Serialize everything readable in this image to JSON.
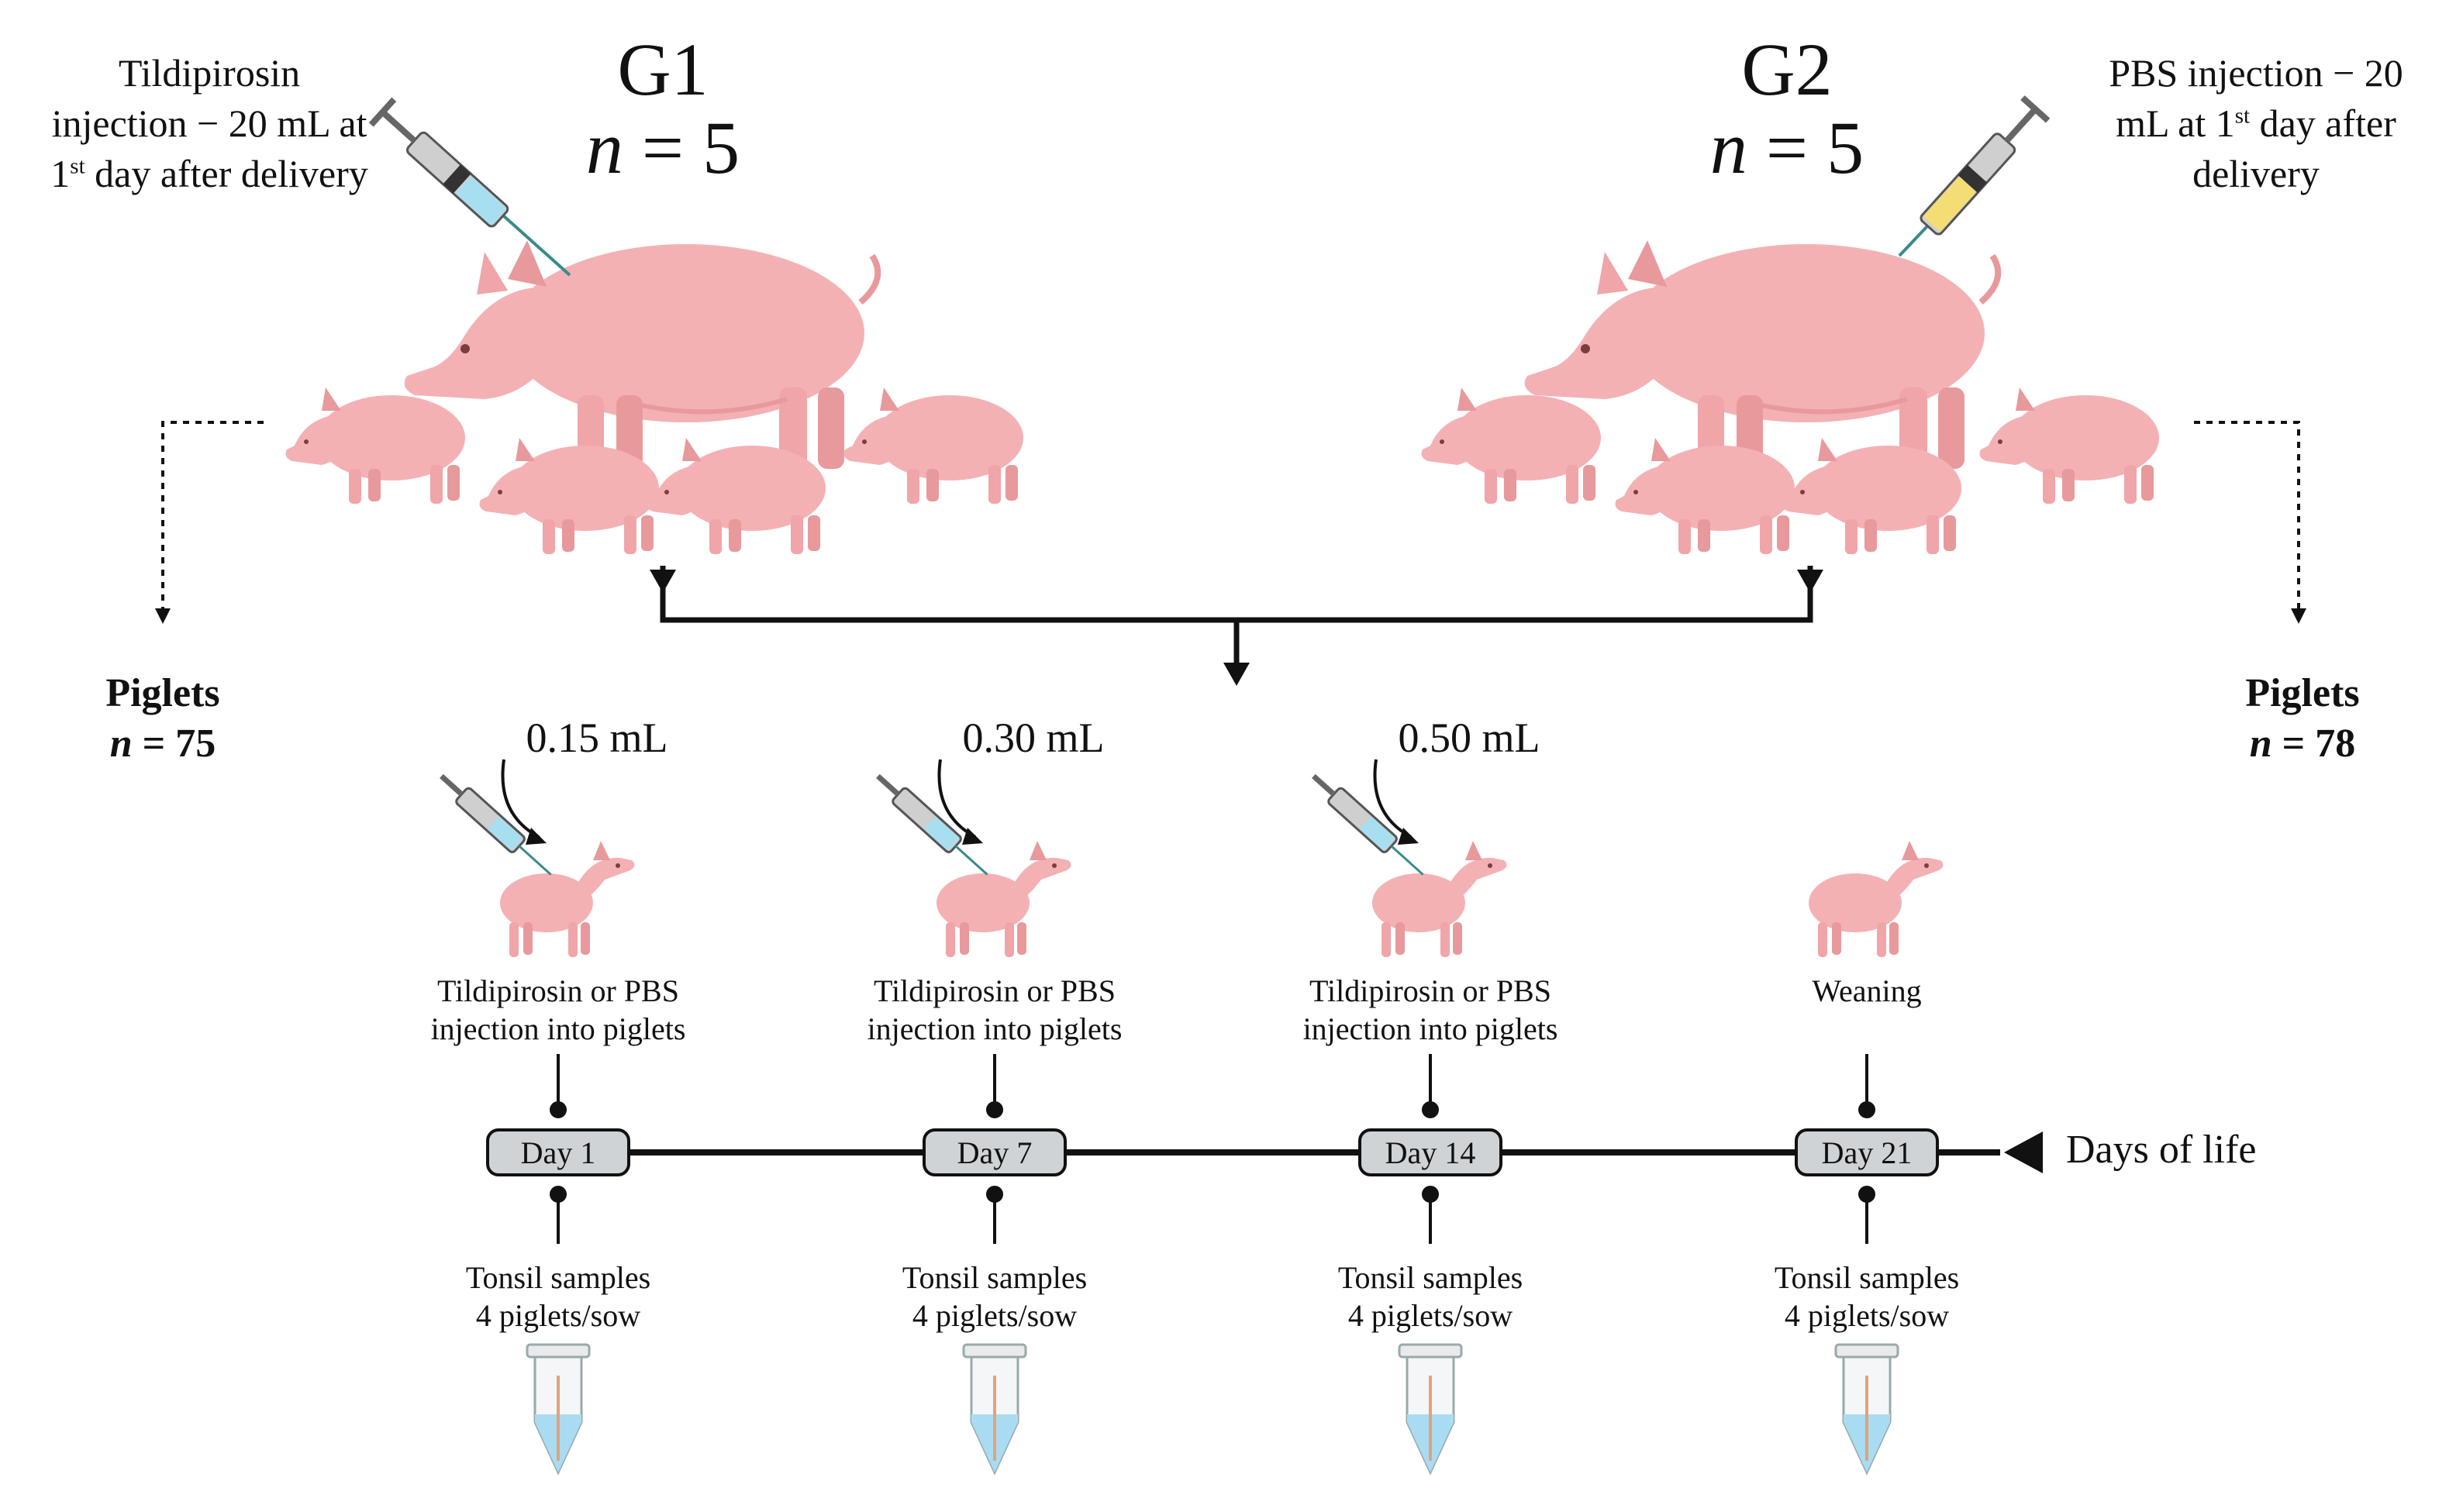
{
  "groups": {
    "g1": {
      "name": "G1",
      "n_prefix": "n",
      "n_value": "= 5",
      "treatment_line1": "Tildipirosin",
      "treatment_line2": "injection − 20 mL at",
      "treatment_line3_ord": "1",
      "treatment_line3_sup": "st",
      "treatment_line3_rest": " day after delivery",
      "piglets_label": "Piglets",
      "piglets_n_prefix": "n",
      "piglets_n_value": "= 75",
      "syringe_fluid_color": "#a8dff0"
    },
    "g2": {
      "name": "G2",
      "n_prefix": "n",
      "n_value": "= 5",
      "treatment_line1": "PBS injection − 20",
      "treatment_line2_pre": "mL at ",
      "treatment_line2_ord": "1",
      "treatment_line2_sup": "st",
      "treatment_line2_rest": " day after",
      "treatment_line3": "delivery",
      "piglets_label": "Piglets",
      "piglets_n_prefix": "n",
      "piglets_n_value": "= 78",
      "syringe_fluid_color": "#f4dd74"
    }
  },
  "timeline": {
    "axis_label": "Days of life",
    "steps": [
      {
        "dose": "0.15 mL",
        "event_line1": "Tildipirosin or PBS",
        "event_line2": "injection into piglets",
        "day": "Day 1",
        "sample_line1": "Tonsil samples",
        "sample_line2": "4 piglets/sow"
      },
      {
        "dose": "0.30 mL",
        "event_line1": "Tildipirosin or PBS",
        "event_line2": "injection into piglets",
        "day": "Day 7",
        "sample_line1": "Tonsil samples",
        "sample_line2": "4 piglets/sow"
      },
      {
        "dose": "0.50 mL",
        "event_line1": "Tildipirosin or PBS",
        "event_line2": "injection into piglets",
        "day": "Day 14",
        "sample_line1": "Tonsil samples",
        "sample_line2": "4 piglets/sow"
      },
      {
        "dose": "",
        "event_line1": "Weaning",
        "event_line2": "",
        "day": "Day 21",
        "sample_line1": "Tonsil samples",
        "sample_line2": "4 piglets/sow"
      }
    ]
  },
  "colors": {
    "pig": "#f4b1b3",
    "pig_dark": "#e8999c",
    "day_pill": "#cfd3d6",
    "line": "#111111",
    "tube_liquid": "#a9dcf2"
  },
  "icons": [
    "syringe-icon",
    "sow-icon",
    "piglet-icon",
    "tube-icon",
    "arrow-icon"
  ]
}
